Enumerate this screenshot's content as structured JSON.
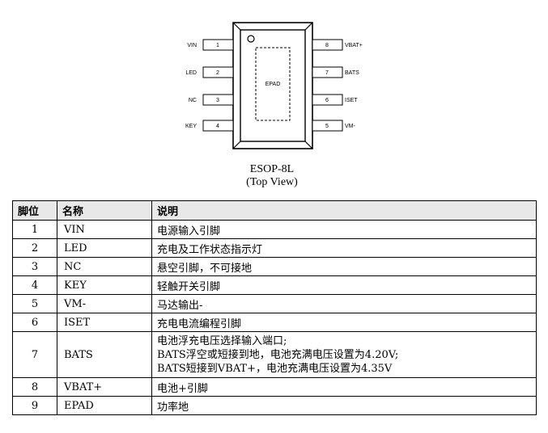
{
  "package": {
    "name": "ESOP-8L",
    "view": "(Top View)",
    "epad_label": "EPAD",
    "left_pins": [
      {
        "num": "1",
        "name": "VIN"
      },
      {
        "num": "2",
        "name": "LED"
      },
      {
        "num": "3",
        "name": "NC"
      },
      {
        "num": "4",
        "name": "KEY"
      }
    ],
    "right_pins": [
      {
        "num": "8",
        "name": "VBAT+"
      },
      {
        "num": "7",
        "name": "BATS"
      },
      {
        "num": "6",
        "name": "ISET"
      },
      {
        "num": "5",
        "name": "VM-"
      }
    ]
  },
  "table": {
    "headers": [
      "脚位",
      "名称",
      "说明"
    ],
    "rows": [
      {
        "pin": "1",
        "name": "VIN",
        "desc": [
          "电源输入引脚"
        ]
      },
      {
        "pin": "2",
        "name": "LED",
        "desc": [
          "充电及工作状态指示灯"
        ]
      },
      {
        "pin": "3",
        "name": "NC",
        "desc": [
          "悬空引脚，不可接地"
        ]
      },
      {
        "pin": "4",
        "name": "KEY",
        "desc": [
          "轻触开关引脚"
        ]
      },
      {
        "pin": "5",
        "name": "VM-",
        "desc": [
          "马达输出-"
        ]
      },
      {
        "pin": "6",
        "name": "ISET",
        "desc": [
          "充电电流编程引脚"
        ]
      },
      {
        "pin": "7",
        "name": "BATS",
        "desc": [
          "电池浮充电压选择输入端口;",
          "BATS浮空或短接到地，电池充满电压设置为4.20V;",
          "BATS短接到VBAT+，电池充满电压设置为4.35V"
        ]
      },
      {
        "pin": "8",
        "name": "VBAT+",
        "desc": [
          "电池+引脚"
        ]
      },
      {
        "pin": "9",
        "name": "EPAD",
        "desc": [
          "功率地"
        ]
      }
    ]
  }
}
